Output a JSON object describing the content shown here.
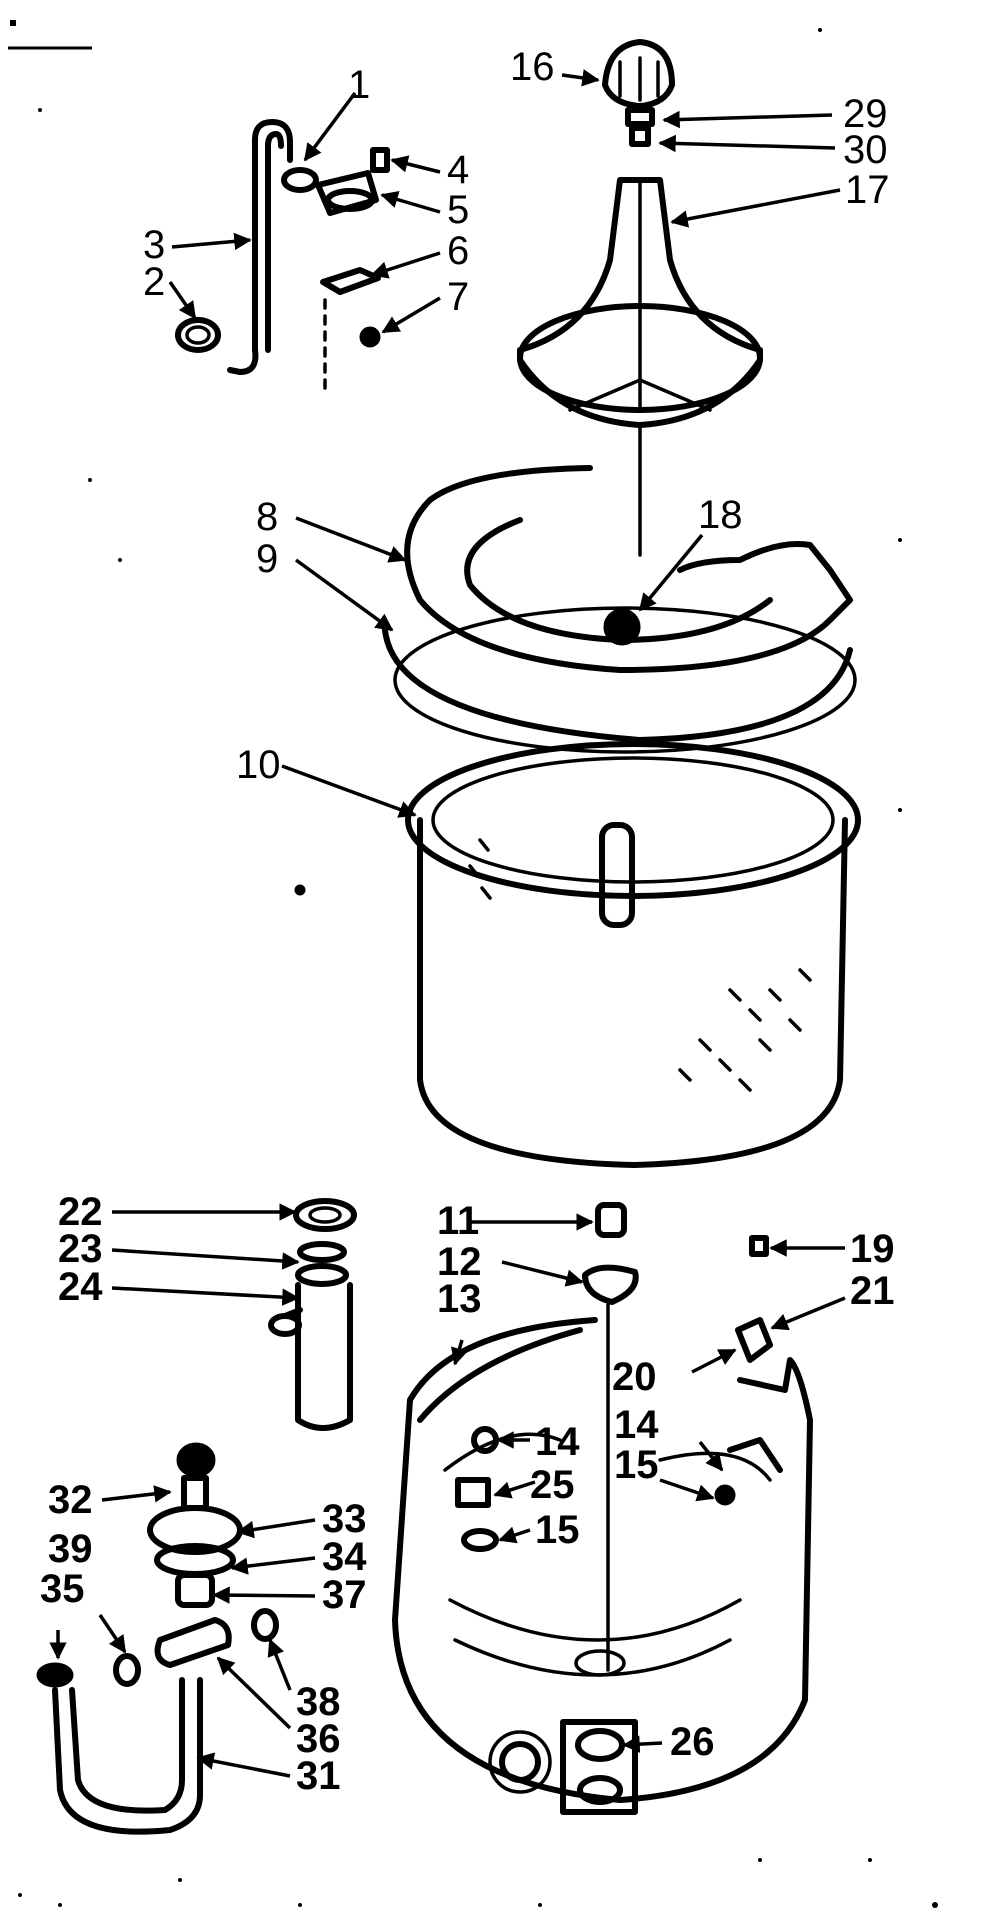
{
  "diagram": {
    "callouts": [
      "1",
      "2",
      "3",
      "4",
      "5",
      "6",
      "7",
      "8",
      "9",
      "10",
      "11",
      "12",
      "13",
      "14",
      "14",
      "15",
      "15",
      "16",
      "17",
      "18",
      "19",
      "20",
      "21",
      "22",
      "23",
      "24",
      "25",
      "26",
      "29",
      "30",
      "31",
      "32",
      "33",
      "34",
      "35",
      "36",
      "37",
      "38",
      "39"
    ]
  }
}
